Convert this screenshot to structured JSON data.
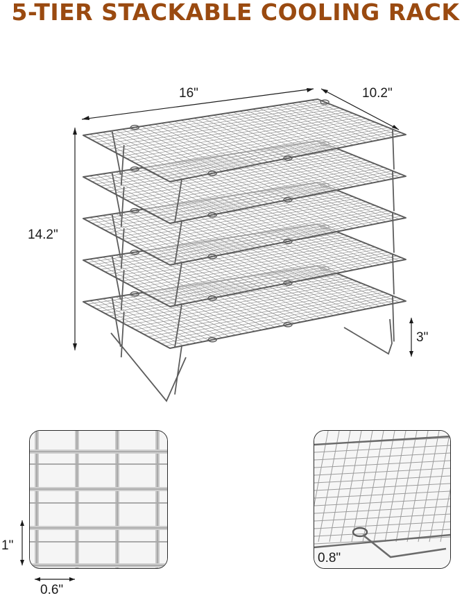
{
  "title": "5-TIER STACKABLE COOLING RACK",
  "colors": {
    "title": "#9a4a10",
    "wire": "#8f8f8f",
    "wire_dark": "#5c5c5c",
    "dimension_line": "#1a1a1a"
  },
  "dimensions": {
    "length": "16\"",
    "width": "10.2\"",
    "height": "14.2\"",
    "tier_spacing": "3\""
  },
  "details": {
    "grid_width": "0.6\"",
    "grid_height": "1\"",
    "foot_height": "0.8\""
  },
  "tiers": 5
}
